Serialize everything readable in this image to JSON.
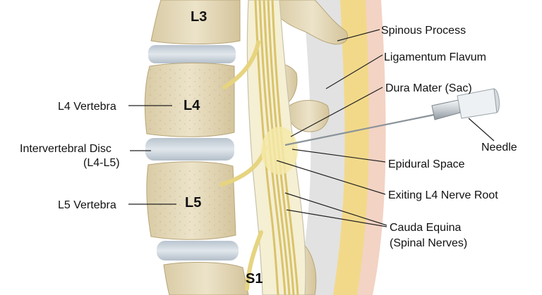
{
  "colors": {
    "bone": "#e9dfc3",
    "bone_shadow": "#c9b98f",
    "disc": "#d4dbe2",
    "nerve": "#efe3a4",
    "ligament": "#dedede",
    "fat": "#f2d98a",
    "skin": "#f3d3c4",
    "label_ink": "#111111"
  },
  "vertebrae": {
    "l3": "L3",
    "l4": "L4",
    "l5": "L5",
    "s1": "S1"
  },
  "labels": {
    "l4_vertebra": "L4 Vertebra",
    "disc_line1": "Intervertebral Disc",
    "disc_line2": "(L4-L5)",
    "l5_vertebra": "L5 Vertebra",
    "spinous_process": "Spinous Process",
    "ligamentum_flavum": "Ligamentum Flavum",
    "dura_mater": "Dura Mater (Sac)",
    "needle": "Needle",
    "epidural_space": "Epidural Space",
    "exiting_root": "Exiting L4 Nerve Root",
    "cauda_line1": "Cauda Equina",
    "cauda_line2": "(Spinal Nerves)"
  },
  "icons": {
    "needle": "syringe-needle-icon"
  }
}
